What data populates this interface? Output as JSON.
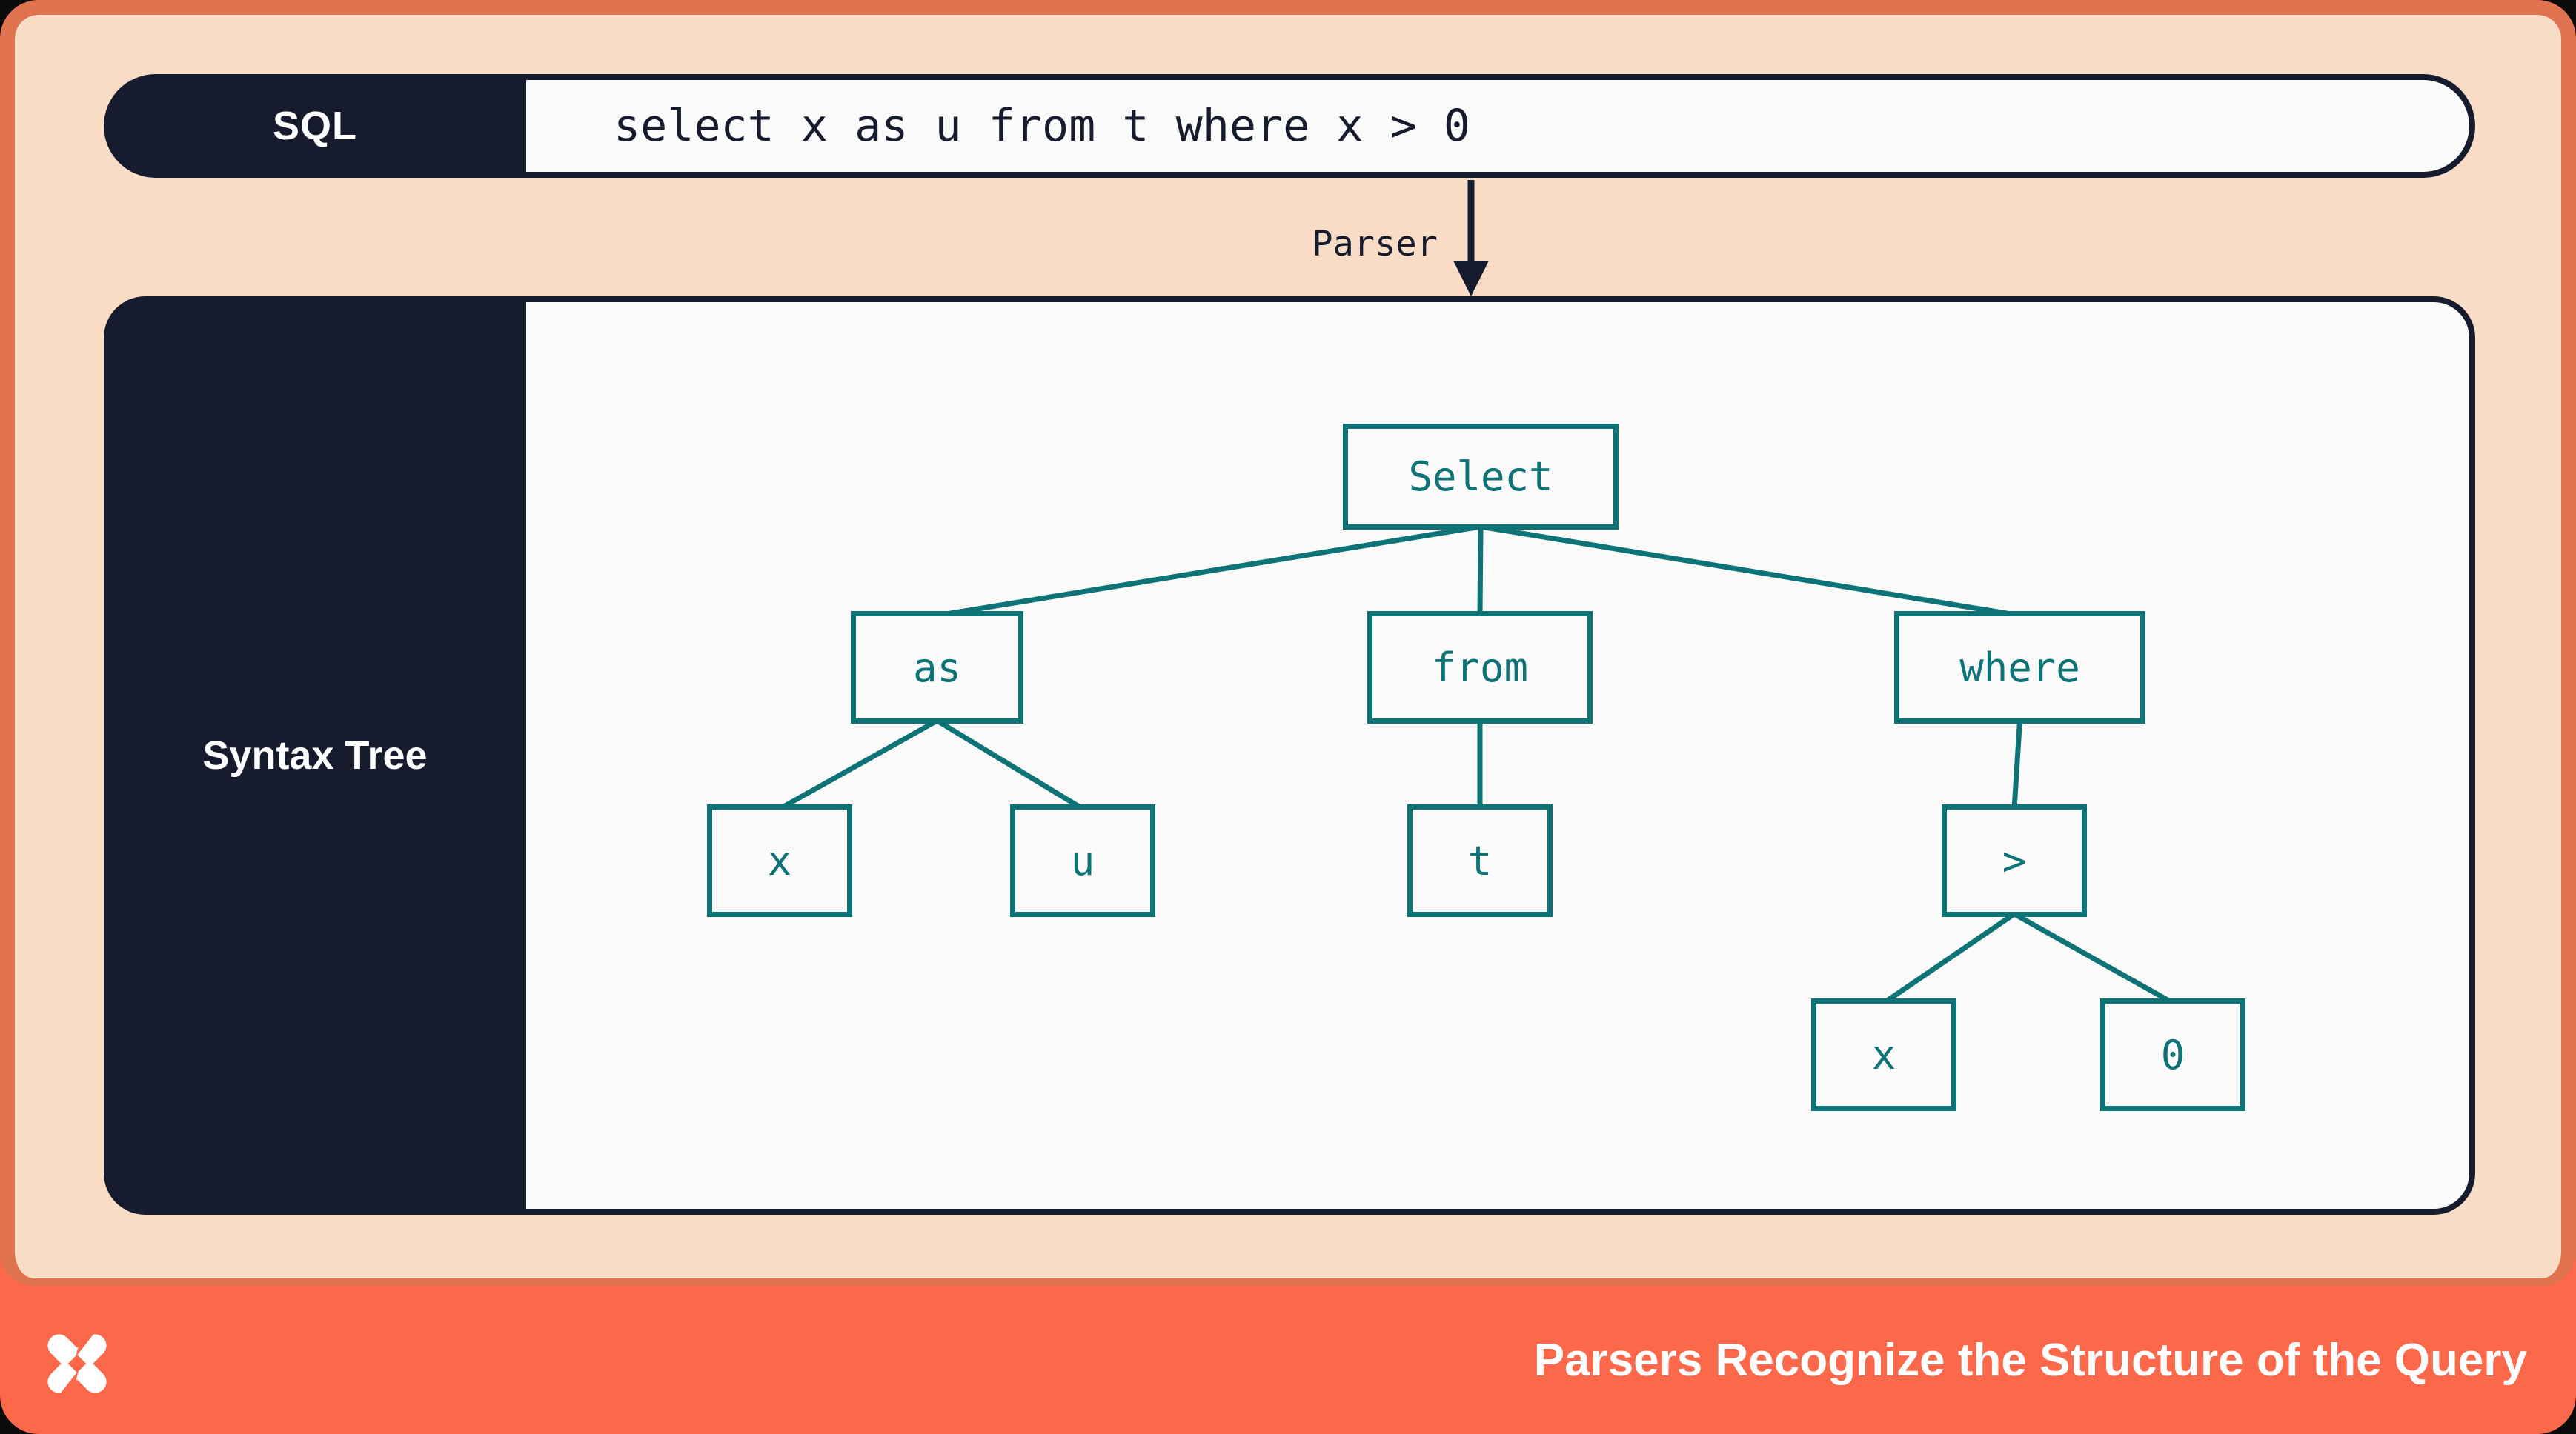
{
  "palette": {
    "coral": "#FB684A",
    "coral_frame": "#E0734F",
    "peach": "#F8DCC5",
    "navy": "#161C2D",
    "teal": "#0E7377",
    "surface": "#FAFAFB"
  },
  "sql_bar": {
    "label": "SQL",
    "query": "select x as u from t where x > 0"
  },
  "parser_arrow": {
    "label": "Parser"
  },
  "tree_panel": {
    "label": "Syntax Tree"
  },
  "tree": {
    "root": "select",
    "nodes": [
      {
        "id": "select",
        "label": "Select"
      },
      {
        "id": "as",
        "label": "as"
      },
      {
        "id": "from",
        "label": "from"
      },
      {
        "id": "where",
        "label": "where"
      },
      {
        "id": "x1",
        "label": "x"
      },
      {
        "id": "u",
        "label": "u"
      },
      {
        "id": "t",
        "label": "t"
      },
      {
        "id": "gt",
        "label": ">"
      },
      {
        "id": "x2",
        "label": "x"
      },
      {
        "id": "zero",
        "label": "0"
      }
    ],
    "edges": [
      [
        "select",
        "as"
      ],
      [
        "select",
        "from"
      ],
      [
        "select",
        "where"
      ],
      [
        "as",
        "x1"
      ],
      [
        "as",
        "u"
      ],
      [
        "from",
        "t"
      ],
      [
        "where",
        "gt"
      ],
      [
        "gt",
        "x2"
      ],
      [
        "gt",
        "zero"
      ]
    ]
  },
  "footer": {
    "logo": "dolt-pinwheel-logo",
    "title": "Parsers Recognize the Structure of the Query"
  }
}
